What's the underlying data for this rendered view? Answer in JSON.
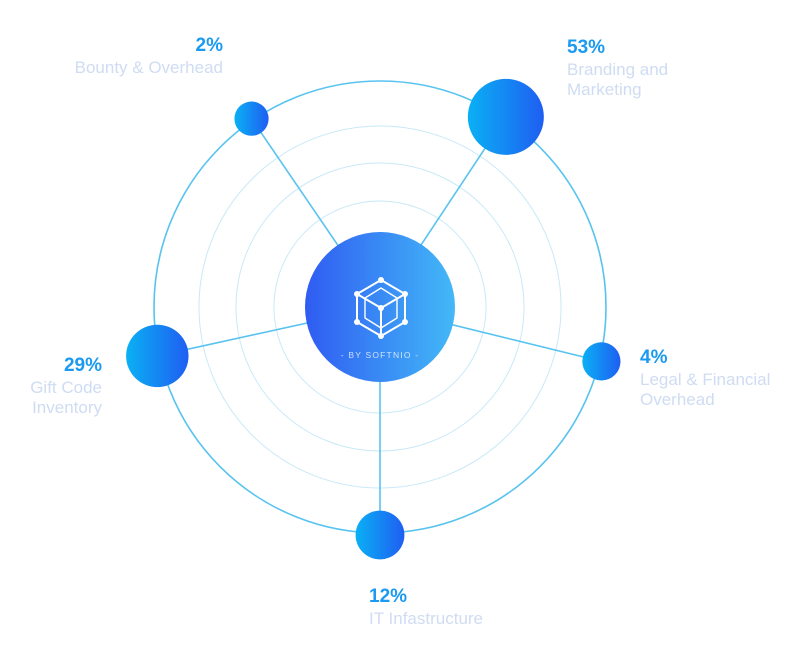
{
  "chart_data": {
    "type": "pie",
    "categories": [
      "Branding and Marketing",
      "Legal & Financial Overhead",
      "IT Infastructure",
      "Gift Code Inventory",
      "Bounty & Overhead"
    ],
    "values": [
      53,
      4,
      12,
      29,
      2
    ],
    "unit": "%",
    "labels": [
      {
        "percent": "53%",
        "lines": [
          "Branding and",
          "Marketing"
        ]
      },
      {
        "percent": "4%",
        "lines": [
          "Legal & Financial",
          "Overhead"
        ]
      },
      {
        "percent": "12%",
        "lines": [
          "IT Infastructure"
        ]
      },
      {
        "percent": "29%",
        "lines": [
          "Gift Code",
          "Inventory"
        ]
      },
      {
        "percent": "2%",
        "lines": [
          "Bounty & Overhead"
        ]
      }
    ],
    "center_badge": {
      "icon": "cube-network-icon",
      "caption": "- BY SOFTNIO -"
    }
  },
  "colors": {
    "ring": "#58c3ef",
    "ring_inner": "#c9e9f8",
    "accent": "#1a9af0",
    "label": "#cfdcf2",
    "gradient_start": "#2f5cf2",
    "gradient_end": "#43b8f7"
  }
}
